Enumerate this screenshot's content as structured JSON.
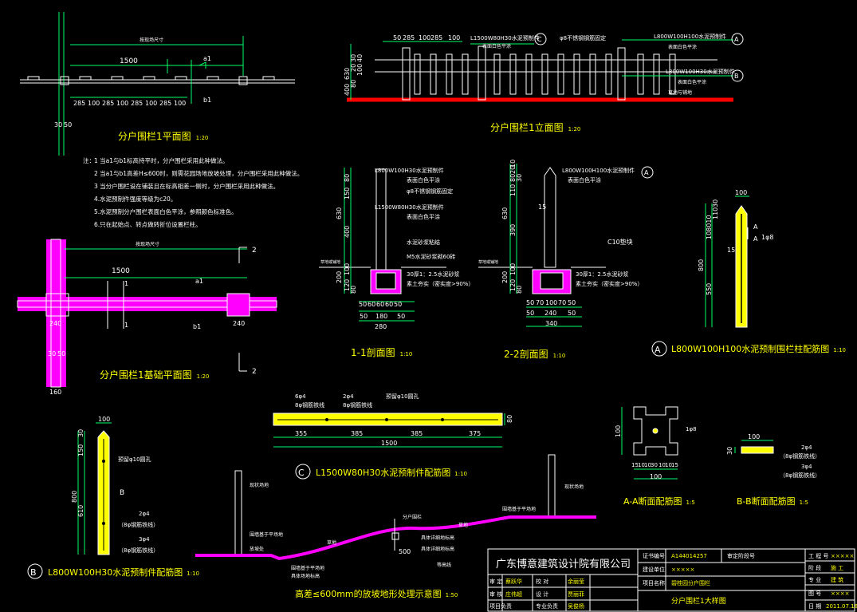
{
  "colors": {
    "background": "#000000",
    "line": "#ffffff",
    "dim": "#00ff66",
    "title": "#ffff00",
    "highlight": "#ff00ff",
    "ground": "#ff0000",
    "label": "#ffffff"
  },
  "views": {
    "plan": {
      "title": "分户围栏1平面图",
      "scale": "1:20",
      "dims": [
        "285",
        "100",
        "285",
        "100",
        "285",
        "100",
        "285",
        "100"
      ],
      "span": "1500",
      "pt1": "30",
      "pt2": "50",
      "note": "按现场尺寸",
      "a1": "a1",
      "b1": "b1"
    },
    "elev": {
      "title": "分户围栏1立面图",
      "scale": "1:20",
      "top_dims": [
        "50",
        "285",
        "100",
        "285",
        "100"
      ],
      "left_dims": [
        "630",
        "400",
        "80",
        "20",
        "30",
        "100",
        "40"
      ],
      "callout1": "L1500W80H30水泥预制件",
      "callout1b": "表面白色平涂",
      "callout2": "φ8不锈钢钢筋固定",
      "callout3": "L800W100H100水泥预制件",
      "callout3b": "表面白色平涂",
      "callout4": "L800W100H30水泥预制件",
      "callout4b": "表面白色平涂",
      "callout5": "草地与铺地",
      "tagC": "C",
      "tagA": "A",
      "tagB": "B"
    },
    "notes": {
      "title": "注：",
      "items": [
        "1 当a1与b1标高持平时，分户围栏采用此种做法。",
        "2 当a1与b1高差H≤600时，则需花园场地放坡处理，分户围栏采用此种做法。",
        "3 当分户围栏设在铺装且在标高相差一侧时，分户围栏采用此种做法。",
        "4.水泥预制件强度等级为c20。",
        "5.水泥预制分户围栏表面白色平涂，参照颜色标准色。",
        "6.只在起始点、转点做转折位设置栏柱。"
      ]
    },
    "found": {
      "title": "分户围栏1基础平面图",
      "scale": "1:20",
      "span": "1500",
      "d240a": "240",
      "d240b": "240",
      "d160": "160",
      "d30": "30",
      "d50": "50",
      "a1": "a1",
      "b1": "b1",
      "mark2a": "2",
      "mark2b": "2",
      "mark1a": "1",
      "mark1b": "1",
      "note": "按现场尺寸"
    },
    "sec11": {
      "title": "1-1剖面图",
      "scale": "1:10",
      "c1": "L800W100H30水泥预制件",
      "c1b": "表面白色平涂",
      "c2": "φ8不锈钢钢筋固定",
      "c3": "L1500W80H30水泥预制件",
      "c3b": "表面白色平涂",
      "c4": "水泥砂浆粘结",
      "c5": "M5水泥砂浆砌60砖",
      "c6": "30厚1：2.5水泥砂浆",
      "c7": "素土夯实（密实度>90%）",
      "ground": "草地或铺地",
      "left_dims": [
        "630",
        "400",
        "150",
        "80",
        "200",
        "100",
        "120",
        "80"
      ],
      "bot1": [
        "50",
        "60",
        "60",
        "60",
        "50"
      ],
      "bot2": [
        "50",
        "180",
        "50"
      ],
      "bot3": "280"
    },
    "sec22": {
      "title": "2-2剖面图",
      "scale": "1:10",
      "c1": "L800W100H100水泥预制件",
      "c1b": "表面白色平涂",
      "c2": "C10垫块",
      "c3": "30厚1：2.5水泥砂浆",
      "c4": "素土夯实（密实度>90%）",
      "ground": "草地或铺地",
      "d15": "15",
      "left_dims": [
        "630",
        "390",
        "110",
        "80",
        "20",
        "10",
        "30",
        "200",
        "100",
        "120",
        "80"
      ],
      "bot1": [
        "50",
        "70",
        "100",
        "70",
        "50"
      ],
      "bot2": [
        "50",
        "240",
        "50"
      ],
      "bot3": "340"
    },
    "postA": {
      "tag": "A",
      "title": "L800W100H100水泥预制围栏柱配筋图",
      "scale": "1:10",
      "d100": "100",
      "dims": [
        "800",
        "550",
        "15",
        "108010",
        "110",
        "30"
      ],
      "secA": "A",
      "secA2": "A",
      "bar": "1φ8"
    },
    "slabC": {
      "tag": "C",
      "title": "L1500W80H30水泥预制件配筋图",
      "scale": "1:10",
      "top1": "6φ4",
      "top1b": "8φ钢筋铁线",
      "top2": "2φ4",
      "top2b": "8φ钢筋铁线",
      "top3": "预留φ10圆孔",
      "dims": [
        "355",
        "385",
        "385",
        "375"
      ],
      "span": "1500",
      "h80": "80"
    },
    "slabB": {
      "tag": "B",
      "title": "L800W100H30水泥预制件配筋图",
      "scale": "1:10",
      "d100": "100",
      "dims": [
        "800",
        "610",
        "150",
        "30"
      ],
      "hole": "预留φ10圆孔",
      "r1": "2φ4",
      "r1b": "（8φ钢筋铁线）",
      "r2": "3φ4",
      "r2b": "（8φ钢筋铁线）",
      "mark": "B"
    },
    "secAA": {
      "title": "A-A断面配筋图",
      "scale": "1:5",
      "d100a": "100",
      "d100b": "100",
      "dims": [
        "15",
        "10",
        "10",
        "30",
        "10",
        "10",
        "15"
      ],
      "bar": "1φ8"
    },
    "secBB": {
      "title": "B-B断面配筋图",
      "scale": "1:5",
      "d100": "100",
      "d30": "30",
      "r1": "2φ4",
      "r1b": "（8φ钢筋铁线）",
      "r2": "3φ4",
      "r2b": "（8φ钢筋铁线）"
    },
    "slope": {
      "title": "高差≤600mm的放坡地形处理示意图",
      "scale": "1:50",
      "l1": "现状场地",
      "l2": "现状场地",
      "l3": "围墙基于平场地",
      "l4": "放坡处",
      "l5": "草地",
      "l6": "分户围栏",
      "l7": "草地",
      "l8": "500",
      "l9": "围墙基于平场地",
      "l10": "具体详细地标高",
      "l11": "具体详细地标高",
      "l12": "等高线",
      "l13": "围墙基于平场地",
      "l14": "具体场地标高"
    },
    "titleblock": {
      "company": "广东博意建筑设计院有限公司",
      "cert_label": "证书编号",
      "cert": "A144014257",
      "audit_label": "审定阶段号",
      "proj_label": "建设单位",
      "proj": "×××××",
      "name_label": "项目名称",
      "name": "碧桂园分户围栏",
      "drawing": "分户围栏1大样图",
      "r1": [
        "审 定",
        "蔡跃华",
        "校 对",
        "余丽莹"
      ],
      "r2": [
        "审 核",
        "庄伟超",
        "设 计",
        "贾丽菲"
      ],
      "r3": [
        "项目负责",
        "",
        "专业负责",
        "吴俊杨"
      ],
      "right": [
        [
          "工 程 号",
          "×××××"
        ],
        [
          "阶 段",
          "施 工"
        ],
        [
          "专 业",
          "建 筑"
        ],
        [
          "图 号",
          "××××"
        ],
        [
          "日 期",
          "2011.07.18"
        ]
      ]
    }
  }
}
